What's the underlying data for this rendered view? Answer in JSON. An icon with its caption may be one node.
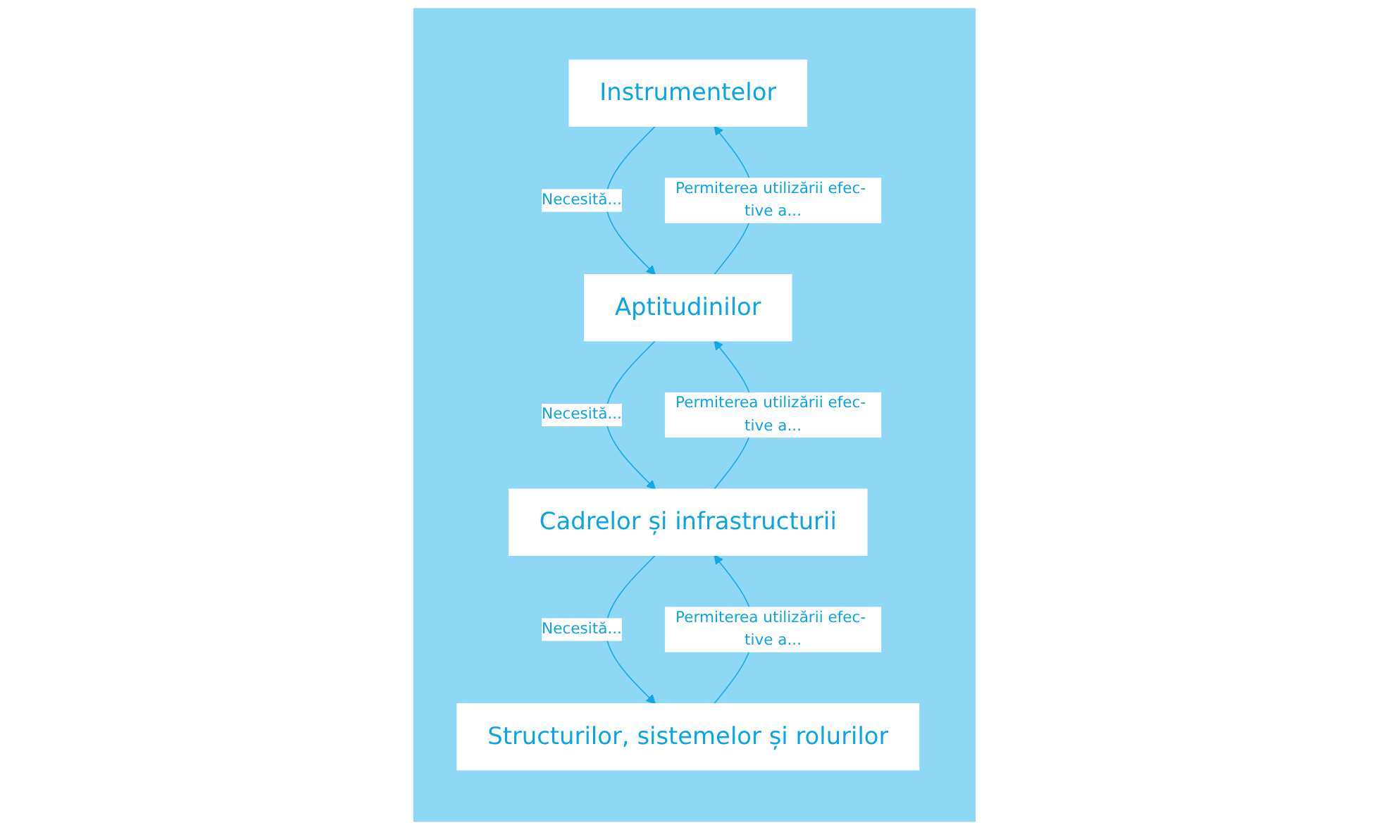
{
  "diagram": {
    "nodes": [
      {
        "text": [],
        "shape": "trapezoid"
      },
      {
        "text": [
          "Instrumentelor"
        ],
        "in": 0
      },
      {
        "text": [
          "Aptitudinilor"
        ],
        "in": 0
      },
      {
        "text": [
          "Cadrelor și infrastructurii"
        ],
        "in": 0
      },
      {
        "text": [
          "Structurilor, sistemelor și rolurilor"
        ],
        "in": 0
      }
    ],
    "edges": [
      {
        "from": 4,
        "to": 3,
        "arrow": "to",
        "label": "Permiterea utilizării efec- tive a..."
      },
      {
        "from": 3,
        "to": 2,
        "arrow": "to",
        "label": "Permiterea utilizării efec- tive a..."
      },
      {
        "from": 2,
        "to": 1,
        "arrow": "to",
        "label": "Permiterea utilizării efec- tive a..."
      },
      {
        "from": 1,
        "to": 2,
        "arrow": "to",
        "label": "Necesită..."
      },
      {
        "from": 2,
        "to": 3,
        "arrow": "to",
        "label": "Necesită..."
      },
      {
        "from": 3,
        "to": 4,
        "arrow": "to",
        "label": "Necesită..."
      }
    ]
  }
}
